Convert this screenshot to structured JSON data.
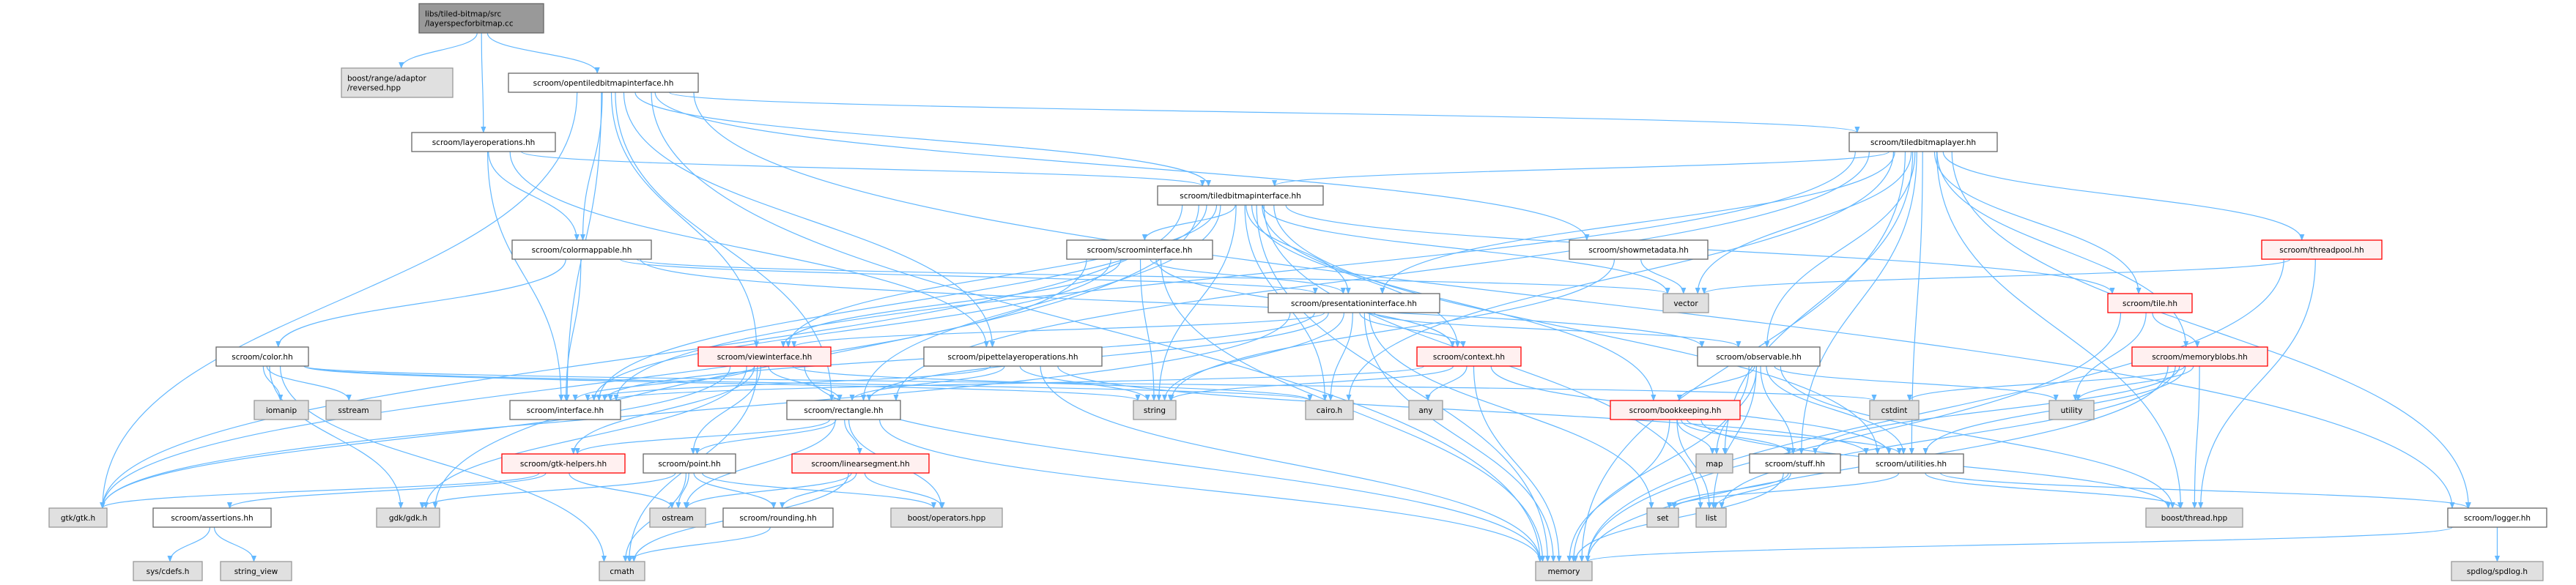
{
  "title": "Include dependency graph for layerspecforbitmap.cc",
  "colors": {
    "edge": "#63b8ff",
    "red_border": "#ff0000",
    "external_fill": "#e0e0e0",
    "root_fill": "#999999"
  },
  "nodes": [
    {
      "id": "root",
      "lines": [
        "libs/tiled-bitmap/src",
        "/layerspecforbitmap.cc"
      ],
      "kind": "root"
    },
    {
      "id": "reversed",
      "lines": [
        "boost/range/adaptor",
        "/reversed.hpp"
      ],
      "kind": "ext"
    },
    {
      "id": "opentiled",
      "lines": [
        "scroom/opentiledbitmapinterface.hh"
      ],
      "kind": "plain"
    },
    {
      "id": "layerops",
      "lines": [
        "scroom/layeroperations.hh"
      ],
      "kind": "plain"
    },
    {
      "id": "tbl",
      "lines": [
        "scroom/tiledbitmaplayer.hh"
      ],
      "kind": "plain"
    },
    {
      "id": "tbi",
      "lines": [
        "scroom/tiledbitmapinterface.hh"
      ],
      "kind": "plain"
    },
    {
      "id": "colormappable",
      "lines": [
        "scroom/colormappable.hh"
      ],
      "kind": "plain"
    },
    {
      "id": "scroominterface",
      "lines": [
        "scroom/scroominterface.hh"
      ],
      "kind": "plain"
    },
    {
      "id": "showmeta",
      "lines": [
        "scroom/showmetadata.hh"
      ],
      "kind": "plain"
    },
    {
      "id": "threadpool",
      "lines": [
        "scroom/threadpool.hh"
      ],
      "kind": "red"
    },
    {
      "id": "presentation",
      "lines": [
        "scroom/presentationinterface.hh"
      ],
      "kind": "plain"
    },
    {
      "id": "vector",
      "lines": [
        "vector"
      ],
      "kind": "ext"
    },
    {
      "id": "tile",
      "lines": [
        "scroom/tile.hh"
      ],
      "kind": "red"
    },
    {
      "id": "color",
      "lines": [
        "scroom/color.hh"
      ],
      "kind": "plain"
    },
    {
      "id": "viewinterface",
      "lines": [
        "scroom/viewinterface.hh"
      ],
      "kind": "red"
    },
    {
      "id": "pipette",
      "lines": [
        "scroom/pipettelayeroperations.hh"
      ],
      "kind": "plain"
    },
    {
      "id": "context",
      "lines": [
        "scroom/context.hh"
      ],
      "kind": "red"
    },
    {
      "id": "observable",
      "lines": [
        "scroom/observable.hh"
      ],
      "kind": "plain"
    },
    {
      "id": "memoryblobs",
      "lines": [
        "scroom/memoryblobs.hh"
      ],
      "kind": "red"
    },
    {
      "id": "iomanip",
      "lines": [
        "iomanip"
      ],
      "kind": "ext"
    },
    {
      "id": "sstream",
      "lines": [
        "sstream"
      ],
      "kind": "ext"
    },
    {
      "id": "interface",
      "lines": [
        "scroom/interface.hh"
      ],
      "kind": "plain"
    },
    {
      "id": "rectangle",
      "lines": [
        "scroom/rectangle.hh"
      ],
      "kind": "plain"
    },
    {
      "id": "string",
      "lines": [
        "string"
      ],
      "kind": "ext"
    },
    {
      "id": "cairo",
      "lines": [
        "cairo.h"
      ],
      "kind": "ext"
    },
    {
      "id": "any",
      "lines": [
        "any"
      ],
      "kind": "ext"
    },
    {
      "id": "bookkeeping",
      "lines": [
        "scroom/bookkeeping.hh"
      ],
      "kind": "red"
    },
    {
      "id": "cstdint",
      "lines": [
        "cstdint"
      ],
      "kind": "ext"
    },
    {
      "id": "utility",
      "lines": [
        "utility"
      ],
      "kind": "ext"
    },
    {
      "id": "gtkhelpers",
      "lines": [
        "scroom/gtk-helpers.hh"
      ],
      "kind": "red"
    },
    {
      "id": "point",
      "lines": [
        "scroom/point.hh"
      ],
      "kind": "plain"
    },
    {
      "id": "linearsegment",
      "lines": [
        "scroom/linearsegment.hh"
      ],
      "kind": "red"
    },
    {
      "id": "map",
      "lines": [
        "map"
      ],
      "kind": "ext"
    },
    {
      "id": "stuff",
      "lines": [
        "scroom/stuff.hh"
      ],
      "kind": "plain"
    },
    {
      "id": "utilities",
      "lines": [
        "scroom/utilities.hh"
      ],
      "kind": "plain"
    },
    {
      "id": "gtk",
      "lines": [
        "gtk/gtk.h"
      ],
      "kind": "ext"
    },
    {
      "id": "assertions",
      "lines": [
        "scroom/assertions.hh"
      ],
      "kind": "plain"
    },
    {
      "id": "gdk",
      "lines": [
        "gdk/gdk.h"
      ],
      "kind": "ext"
    },
    {
      "id": "ostream",
      "lines": [
        "ostream"
      ],
      "kind": "ext"
    },
    {
      "id": "rounding",
      "lines": [
        "scroom/rounding.hh"
      ],
      "kind": "plain"
    },
    {
      "id": "boostops",
      "lines": [
        "boost/operators.hpp"
      ],
      "kind": "ext"
    },
    {
      "id": "set",
      "lines": [
        "set"
      ],
      "kind": "ext"
    },
    {
      "id": "list",
      "lines": [
        "list"
      ],
      "kind": "ext"
    },
    {
      "id": "boostthread",
      "lines": [
        "boost/thread.hpp"
      ],
      "kind": "ext"
    },
    {
      "id": "logger",
      "lines": [
        "scroom/logger.hh"
      ],
      "kind": "plain"
    },
    {
      "id": "syscdefs",
      "lines": [
        "sys/cdefs.h"
      ],
      "kind": "ext"
    },
    {
      "id": "stringview",
      "lines": [
        "string_view"
      ],
      "kind": "ext"
    },
    {
      "id": "cmath",
      "lines": [
        "cmath"
      ],
      "kind": "ext"
    },
    {
      "id": "memory",
      "lines": [
        "memory"
      ],
      "kind": "ext"
    },
    {
      "id": "spdlog",
      "lines": [
        "spdlog/spdlog.h"
      ],
      "kind": "ext"
    }
  ],
  "edges": [
    [
      "root",
      "reversed"
    ],
    [
      "root",
      "layerops"
    ],
    [
      "root",
      "opentiled"
    ],
    [
      "opentiled",
      "gtk"
    ],
    [
      "opentiled",
      "interface"
    ],
    [
      "opentiled",
      "colormappable"
    ],
    [
      "opentiled",
      "tbl"
    ],
    [
      "opentiled",
      "tbi"
    ],
    [
      "opentiled",
      "showmeta"
    ],
    [
      "opentiled",
      "memory"
    ],
    [
      "opentiled",
      "logger"
    ],
    [
      "opentiled",
      "rectangle"
    ],
    [
      "opentiled",
      "pipette"
    ],
    [
      "opentiled",
      "viewinterface"
    ],
    [
      "layerops",
      "colormappable"
    ],
    [
      "layerops",
      "tbi"
    ],
    [
      "layerops",
      "interface"
    ],
    [
      "layerops",
      "pipette"
    ],
    [
      "colormappable",
      "color"
    ],
    [
      "colormappable",
      "observable"
    ],
    [
      "colormappable",
      "presentation"
    ],
    [
      "colormappable",
      "vector"
    ],
    [
      "colormappable",
      "interface"
    ],
    [
      "tbi",
      "scroominterface"
    ],
    [
      "tbi",
      "tile"
    ],
    [
      "tbi",
      "presentation"
    ],
    [
      "tbi",
      "viewinterface"
    ],
    [
      "tbi",
      "rectangle"
    ],
    [
      "tbi",
      "interface"
    ],
    [
      "tbi",
      "gtk"
    ],
    [
      "tbi",
      "memory"
    ],
    [
      "tbi",
      "vector"
    ],
    [
      "tbi",
      "cairo"
    ],
    [
      "tbi",
      "bookkeeping"
    ],
    [
      "tbi",
      "context"
    ],
    [
      "tbi",
      "utilities"
    ],
    [
      "tbi",
      "gdk"
    ],
    [
      "tbi",
      "list"
    ],
    [
      "tbi",
      "string"
    ],
    [
      "tbl",
      "tbi"
    ],
    [
      "tbl",
      "presentation"
    ],
    [
      "tbl",
      "tile"
    ],
    [
      "tbl",
      "memoryblobs"
    ],
    [
      "tbl",
      "threadpool"
    ],
    [
      "tbl",
      "observable"
    ],
    [
      "tbl",
      "vector"
    ],
    [
      "tbl",
      "memory"
    ],
    [
      "tbl",
      "logger"
    ],
    [
      "tbl",
      "boostthread"
    ],
    [
      "tbl",
      "stuff"
    ],
    [
      "tbl",
      "utilities"
    ],
    [
      "tbl",
      "map"
    ],
    [
      "tbl",
      "cairo"
    ],
    [
      "tbl",
      "rectangle"
    ],
    [
      "tbl",
      "interface"
    ],
    [
      "scroominterface",
      "presentation"
    ],
    [
      "scroominterface",
      "viewinterface"
    ],
    [
      "scroominterface",
      "interface"
    ],
    [
      "scroominterface",
      "string"
    ],
    [
      "scroominterface",
      "memory"
    ],
    [
      "scroominterface",
      "gtk"
    ],
    [
      "scroominterface",
      "context"
    ],
    [
      "showmeta",
      "vector"
    ],
    [
      "showmeta",
      "string"
    ],
    [
      "presentation",
      "context"
    ],
    [
      "presentation",
      "observable"
    ],
    [
      "presentation",
      "viewinterface"
    ],
    [
      "presentation",
      "rectangle"
    ],
    [
      "presentation",
      "interface"
    ],
    [
      "presentation",
      "cairo"
    ],
    [
      "presentation",
      "memory"
    ],
    [
      "presentation",
      "set"
    ],
    [
      "presentation",
      "string"
    ],
    [
      "presentation",
      "gtk"
    ],
    [
      "threadpool",
      "vector"
    ],
    [
      "threadpool",
      "memory"
    ],
    [
      "threadpool",
      "boostthread"
    ],
    [
      "tile",
      "memoryblobs"
    ],
    [
      "tile",
      "utility"
    ],
    [
      "tile",
      "memory"
    ],
    [
      "memoryblobs",
      "cstdint"
    ],
    [
      "memoryblobs",
      "utility"
    ],
    [
      "memoryblobs",
      "utilities"
    ],
    [
      "memoryblobs",
      "boostthread"
    ],
    [
      "memoryblobs",
      "memory"
    ],
    [
      "memoryblobs",
      "list"
    ],
    [
      "memoryblobs",
      "stuff"
    ],
    [
      "color",
      "iomanip"
    ],
    [
      "color",
      "sstream"
    ],
    [
      "color",
      "gdk"
    ],
    [
      "color",
      "cmath"
    ],
    [
      "color",
      "string"
    ],
    [
      "color",
      "cairo"
    ],
    [
      "color",
      "cstdint"
    ],
    [
      "viewinterface",
      "interface"
    ],
    [
      "viewinterface",
      "rectangle"
    ],
    [
      "viewinterface",
      "gtkhelpers"
    ],
    [
      "viewinterface",
      "point"
    ],
    [
      "viewinterface",
      "gtk"
    ],
    [
      "viewinterface",
      "gdk"
    ],
    [
      "viewinterface",
      "memory"
    ],
    [
      "viewinterface",
      "cmath"
    ],
    [
      "viewinterface",
      "cairo"
    ],
    [
      "pipette",
      "rectangle"
    ],
    [
      "pipette",
      "string"
    ],
    [
      "pipette",
      "memory"
    ],
    [
      "pipette",
      "utilities"
    ],
    [
      "pipette",
      "interface"
    ],
    [
      "context",
      "any"
    ],
    [
      "context",
      "string"
    ],
    [
      "context",
      "memory"
    ],
    [
      "context",
      "interface"
    ],
    [
      "context",
      "utilities"
    ],
    [
      "observable",
      "bookkeeping"
    ],
    [
      "observable",
      "utilities"
    ],
    [
      "observable",
      "memory"
    ],
    [
      "observable",
      "map"
    ],
    [
      "observable",
      "list"
    ],
    [
      "observable",
      "boostthread"
    ],
    [
      "observable",
      "utility"
    ],
    [
      "observable",
      "stuff"
    ],
    [
      "bookkeeping",
      "map"
    ],
    [
      "bookkeeping",
      "memory"
    ],
    [
      "bookkeeping",
      "list"
    ],
    [
      "bookkeeping",
      "stuff"
    ],
    [
      "bookkeeping",
      "utilities"
    ],
    [
      "bookkeeping",
      "boostthread"
    ],
    [
      "rectangle",
      "gtkhelpers"
    ],
    [
      "rectangle",
      "point"
    ],
    [
      "rectangle",
      "linearsegment"
    ],
    [
      "rectangle",
      "ostream"
    ],
    [
      "rectangle",
      "boostops"
    ],
    [
      "rectangle",
      "memory"
    ],
    [
      "gtkhelpers",
      "gtk"
    ],
    [
      "gtkhelpers",
      "assertions"
    ],
    [
      "gtkhelpers",
      "ostream"
    ],
    [
      "point",
      "gdk"
    ],
    [
      "point",
      "ostream"
    ],
    [
      "point",
      "cmath"
    ],
    [
      "point",
      "rounding"
    ],
    [
      "point",
      "boostops"
    ],
    [
      "linearsegment",
      "ostream"
    ],
    [
      "linearsegment",
      "rounding"
    ],
    [
      "linearsegment",
      "cmath"
    ],
    [
      "linearsegment",
      "boostops"
    ],
    [
      "assertions",
      "syscdefs"
    ],
    [
      "assertions",
      "stringview"
    ],
    [
      "rounding",
      "cmath"
    ],
    [
      "stuff",
      "list"
    ],
    [
      "stuff",
      "memory"
    ],
    [
      "stuff",
      "set"
    ],
    [
      "utilities",
      "boostthread"
    ],
    [
      "utilities",
      "logger"
    ],
    [
      "utilities",
      "set"
    ],
    [
      "logger",
      "spdlog"
    ],
    [
      "logger",
      "memory"
    ]
  ]
}
